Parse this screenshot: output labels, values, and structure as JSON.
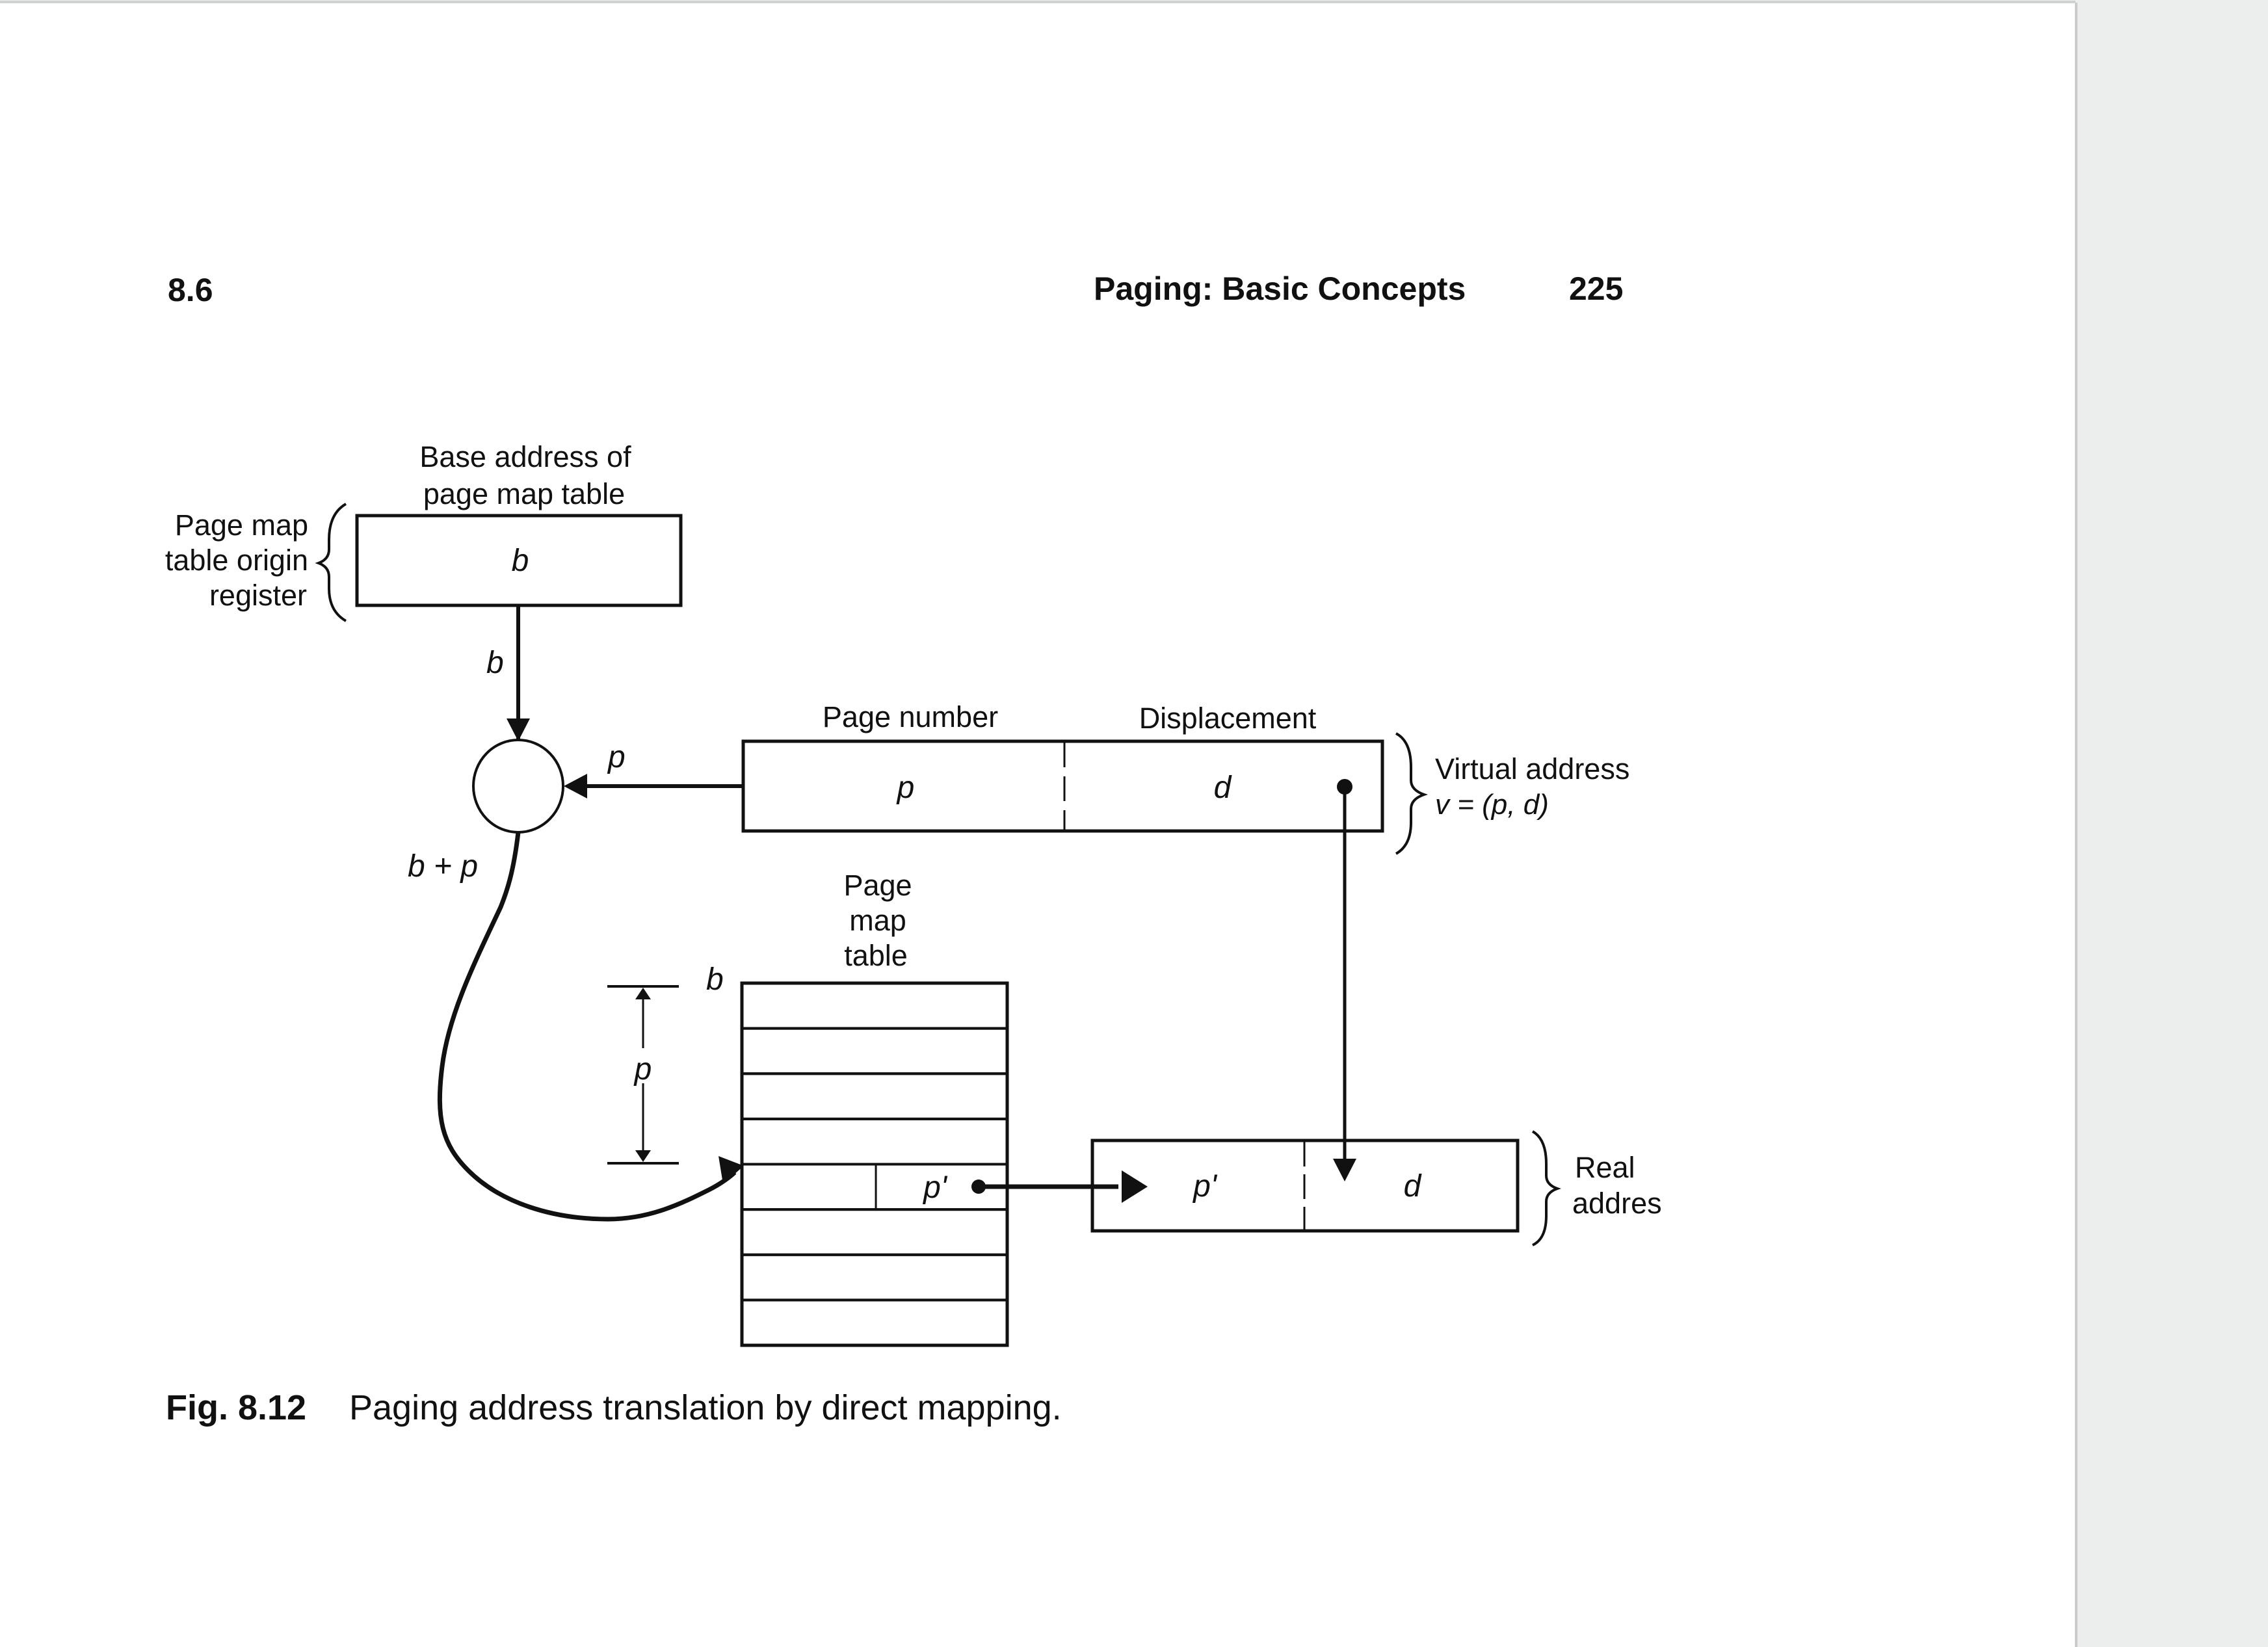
{
  "header": {
    "section_number": "8.6",
    "running_title": "Paging: Basic Concepts",
    "page_number": "225"
  },
  "figure": {
    "register": {
      "caption_line1": "Base address of",
      "caption_line2": "page map table",
      "side_label_line1": "Page map",
      "side_label_line2": "table origin",
      "side_label_line3": "register",
      "value": "b"
    },
    "arrow_b_label": "b",
    "arrow_p_label": "p",
    "sum_label": "b + p",
    "virtual_address": {
      "field1_header": "Page number",
      "field2_header": "Displacement",
      "field1_value": "p",
      "field2_value": "d",
      "label_line1": "Virtual address",
      "label_line2": "v = (p, d)"
    },
    "page_map_table": {
      "title_line1": "Page",
      "title_line2": "map",
      "title_line3": "table",
      "base_label": "b",
      "offset_label": "p",
      "row_count": 8,
      "selected_row_index": 4,
      "selected_entry_value": "p'"
    },
    "real_address": {
      "field1_value": "p'",
      "field2_value": "d",
      "label_line1": "Real",
      "label_line2": "addres"
    },
    "caption_number": "Fig. 8.12",
    "caption_text": "Paging address translation by direct mapping."
  }
}
